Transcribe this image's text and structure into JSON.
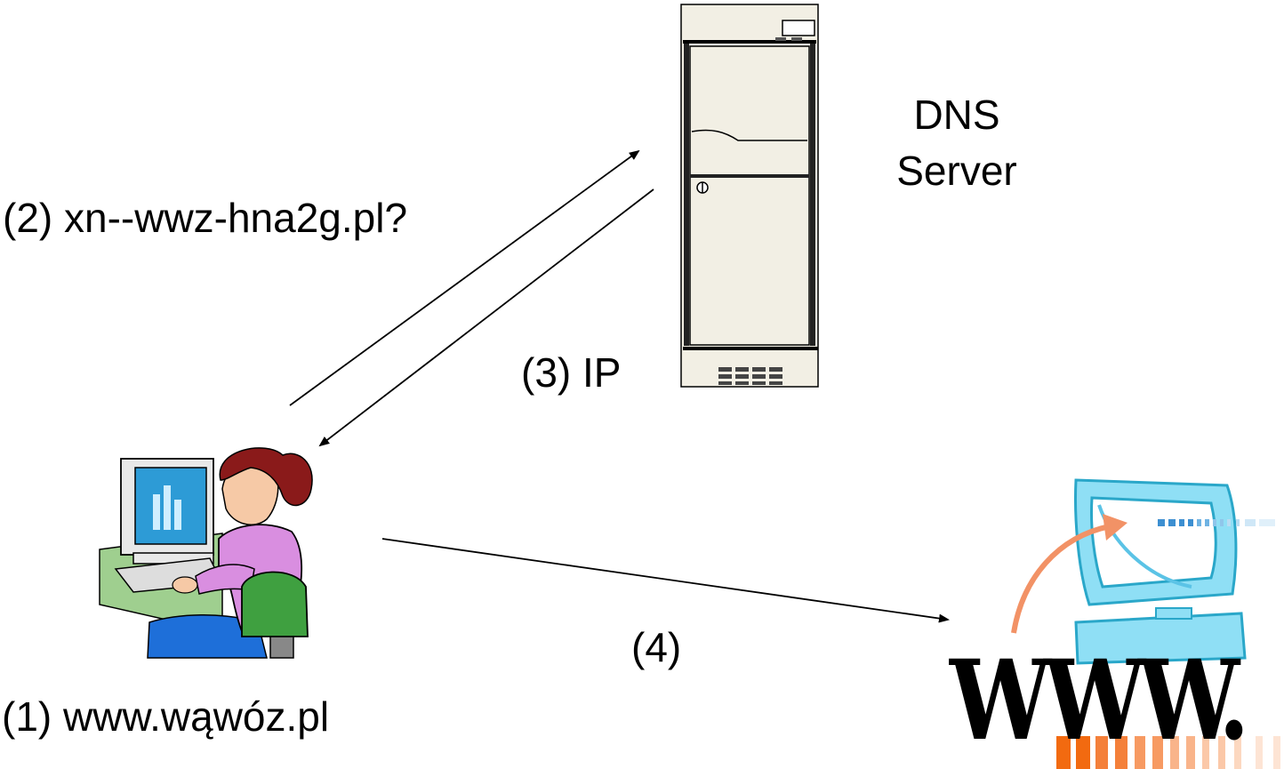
{
  "diagram": {
    "server_label_line1": "DNS",
    "server_label_line2": "Server",
    "step1_label": "(1) www.wąwóz.pl",
    "step2_label": "(2) xn--wwz-hna2g.pl?",
    "step3_label": "(3) IP",
    "step4_label": "(4)",
    "www_logo_text": "WWW.",
    "icons": [
      "server-tower-icon",
      "woman-at-computer-icon",
      "www-computer-icon"
    ]
  }
}
